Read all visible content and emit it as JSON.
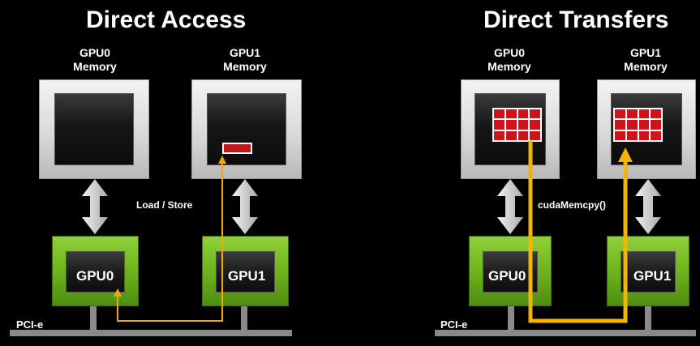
{
  "left": {
    "title": "Direct Access",
    "mem0": {
      "line1": "GPU0",
      "line2": "Memory"
    },
    "mem1": {
      "line1": "GPU1",
      "line2": "Memory"
    },
    "gpu0": "GPU0",
    "gpu1": "GPU1",
    "op_label": "Load / Store",
    "bus_label": "PCI-e"
  },
  "right": {
    "title": "Direct Transfers",
    "mem0": {
      "line1": "GPU0",
      "line2": "Memory"
    },
    "mem1": {
      "line1": "GPU1",
      "line2": "Memory"
    },
    "gpu0": "GPU0",
    "gpu1": "GPU1",
    "op_label": "cudaMemcpy()",
    "bus_label": "PCI-e"
  },
  "colors": {
    "background": "#000000",
    "gpu_board": "#76b900",
    "data_red": "#c0171c",
    "path_yellow": "#f5a800",
    "bus_gray": "#808080",
    "arrow_gray": "#c8c8c8"
  }
}
